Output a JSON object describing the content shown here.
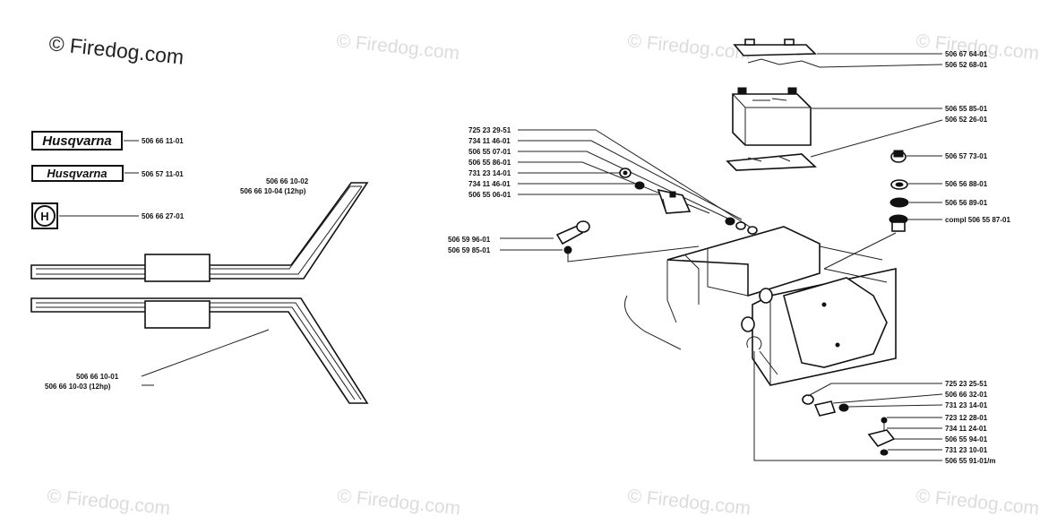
{
  "watermark": {
    "main": "© Firedog.com",
    "faint": "© Firedog.com"
  },
  "decals": {
    "logo_large": "Husqvarna",
    "logo_small": "Husqvarna",
    "emblem_letter": "H"
  },
  "labels": {
    "decal_large": "506 66 11-01",
    "decal_small": "506 57 11-01",
    "emblem": "506 66 27-01",
    "stripe_upper_a": "506 66 10-02",
    "stripe_upper_b": "506 66 10-04 (12hp)",
    "stripe_lower_a": "506 66 10-01",
    "stripe_lower_b": "506 66 10-03 (12hp)",
    "left_1": "725 23 29-51",
    "left_2": "734 11 46-01",
    "left_3": "506 55 07-01",
    "left_4": "506 55 86-01",
    "left_5": "731 23 14-01",
    "left_6": "734 11 46-01",
    "left_7": "506 55 06-01",
    "left_8": "506 59 96-01",
    "left_9": "506 59 85-01",
    "battery_cover": "506 67 64-01",
    "battery_strap": "506 52 68-01",
    "battery": "506 55 85-01",
    "battery_tray": "506 52 26-01",
    "key": "506 57 73-01",
    "switch_nut": "506 56 88-01",
    "switch_washer": "506 56 89-01",
    "ignition_switch": "compl 506 55 87-01",
    "bottom_1": "725 23 25-51",
    "bottom_2": "506 66 32-01",
    "bottom_3": "731 23 14-01",
    "bottom_4": "723 12 28-01",
    "bottom_5": "734 11 24-01",
    "bottom_6": "506 55 94-01",
    "bottom_7": "731 23 10-01",
    "bottom_8": "506 55 91-01/m"
  }
}
